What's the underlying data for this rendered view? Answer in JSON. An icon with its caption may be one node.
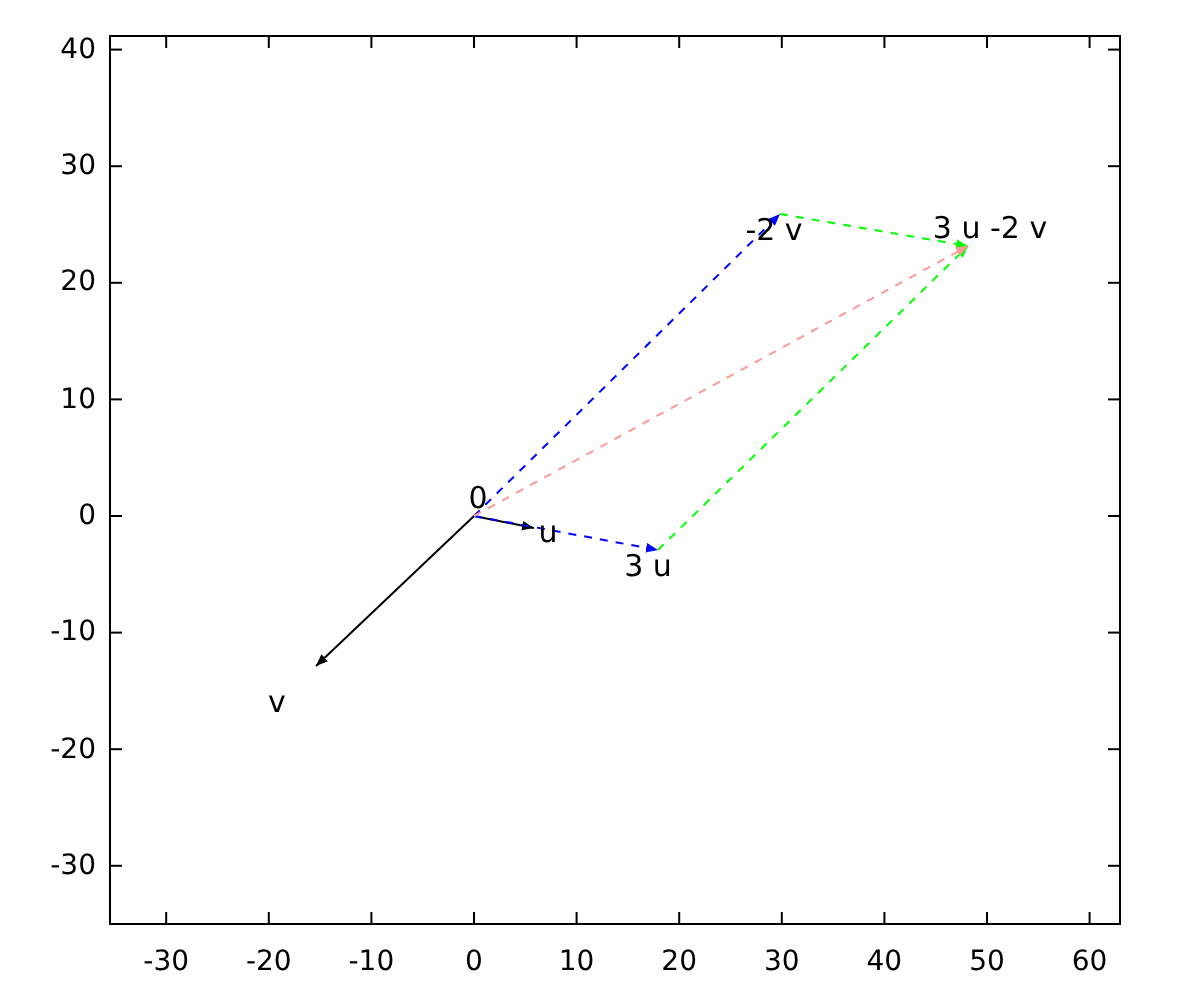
{
  "diagram": {
    "nodes": [
      {
        "text": [
          "0"
        ]
      },
      {
        "text": [
          "u"
        ]
      },
      {
        "text": [
          "3 u"
        ]
      },
      {
        "text": [
          "v"
        ]
      },
      {
        "text": [
          "-2 v"
        ]
      },
      {
        "text": [
          "3 u -2 v"
        ]
      }
    ],
    "edges": [
      {
        "from": 0,
        "to": 1,
        "arrow": "to"
      },
      {
        "from": 0,
        "to": 3,
        "arrow": "to"
      },
      {
        "from": 0,
        "to": 2,
        "arrow": "to",
        "style": "dashed",
        "color": "#0000ff"
      },
      {
        "from": 0,
        "to": 4,
        "arrow": "to",
        "style": "dashed",
        "color": "#0000ff"
      },
      {
        "from": 2,
        "to": 5,
        "arrow": "to",
        "style": "dashed",
        "color": "#00ff00"
      },
      {
        "from": 4,
        "to": 5,
        "arrow": "to",
        "style": "dashed",
        "color": "#00ff00"
      },
      {
        "from": 0,
        "to": 5,
        "arrow": "to",
        "style": "dashed",
        "color": "#ff9999"
      }
    ],
    "labels": [
      "40",
      "30",
      "20",
      "10",
      "0",
      "-10",
      "-20",
      "-30",
      "-30",
      "-20",
      "-10",
      "0",
      "10",
      "20",
      "30",
      "40",
      "50",
      "60"
    ]
  }
}
